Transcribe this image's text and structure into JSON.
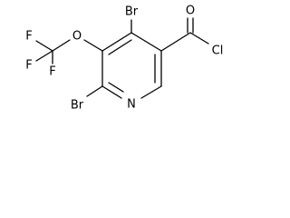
{
  "molecule": {
    "atoms": {
      "br_top": "Br",
      "br_bottom": "Br",
      "oxygen_ether": "O",
      "oxygen_carbonyl": "O",
      "chlorine": "Cl",
      "nitrogen": "N",
      "fluorine_1": "F",
      "fluorine_2": "F",
      "fluorine_3": "F"
    }
  }
}
